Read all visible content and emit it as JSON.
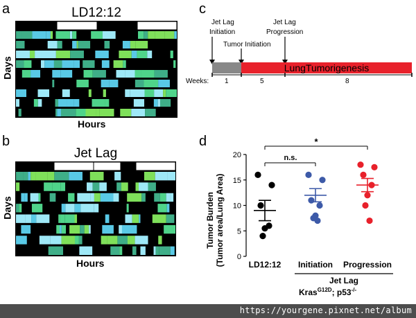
{
  "panels": {
    "a": {
      "letter": "a",
      "title": "LD12:12",
      "ylabel": "Days",
      "xlabel": "Hours",
      "light_schedule": [
        "dark",
        "light",
        "dark",
        "light"
      ]
    },
    "b": {
      "letter": "b",
      "title": "Jet Lag",
      "ylabel": "Days",
      "xlabel": "Hours"
    },
    "c": {
      "letter": "c",
      "labels": {
        "jetlag_initiation_line1": "Jet Lag",
        "jetlag_initiation_line2": "Initiation",
        "tumor_initiation": "Tumor Initiation",
        "jetlag_progression_line1": "Jet Lag",
        "jetlag_progression_line2": "Progression",
        "bar_label": "LungTumorigenesis",
        "weeks_label": "Weeks:",
        "week_segments": [
          "1",
          "5",
          "8"
        ]
      },
      "colors": {
        "initiation_segment": "#888888",
        "tumorigenesis_segment": "#e8212b"
      }
    },
    "d": {
      "letter": "d",
      "ylabel_line1": "Tumor Burden",
      "ylabel_line2": "(Tumor area/Lung Area)",
      "group_caption": "Jet Lag",
      "genotype_base": "Kras",
      "genotype_sup1": "G12D",
      "genotype_mid": "; p53",
      "genotype_sup2": "-/-",
      "sig_ns": "n.s.",
      "sig_star": "*"
    }
  },
  "chart_data": {
    "type": "scatter",
    "categories": [
      "LD12:12",
      "Initiation",
      "Progression"
    ],
    "ylim": [
      0,
      20
    ],
    "yticks": [
      0,
      5,
      10,
      15,
      20
    ],
    "series": [
      {
        "name": "LD12:12",
        "color": "#000000",
        "values": [
          16,
          14,
          10,
          6,
          5.5,
          4
        ],
        "mean": 9,
        "sem": 2
      },
      {
        "name": "Initiation",
        "color": "#3d5aa8",
        "values": [
          16,
          15,
          11,
          10,
          8,
          7.5,
          7
        ],
        "mean": 12,
        "sem": 1.3
      },
      {
        "name": "Progression",
        "color": "#e8212b",
        "values": [
          18,
          17.5,
          16,
          14,
          12,
          10,
          7
        ],
        "mean": 14,
        "sem": 1.3
      }
    ]
  },
  "footer": {
    "url": "https://yourgene.pixnet.net/album"
  }
}
